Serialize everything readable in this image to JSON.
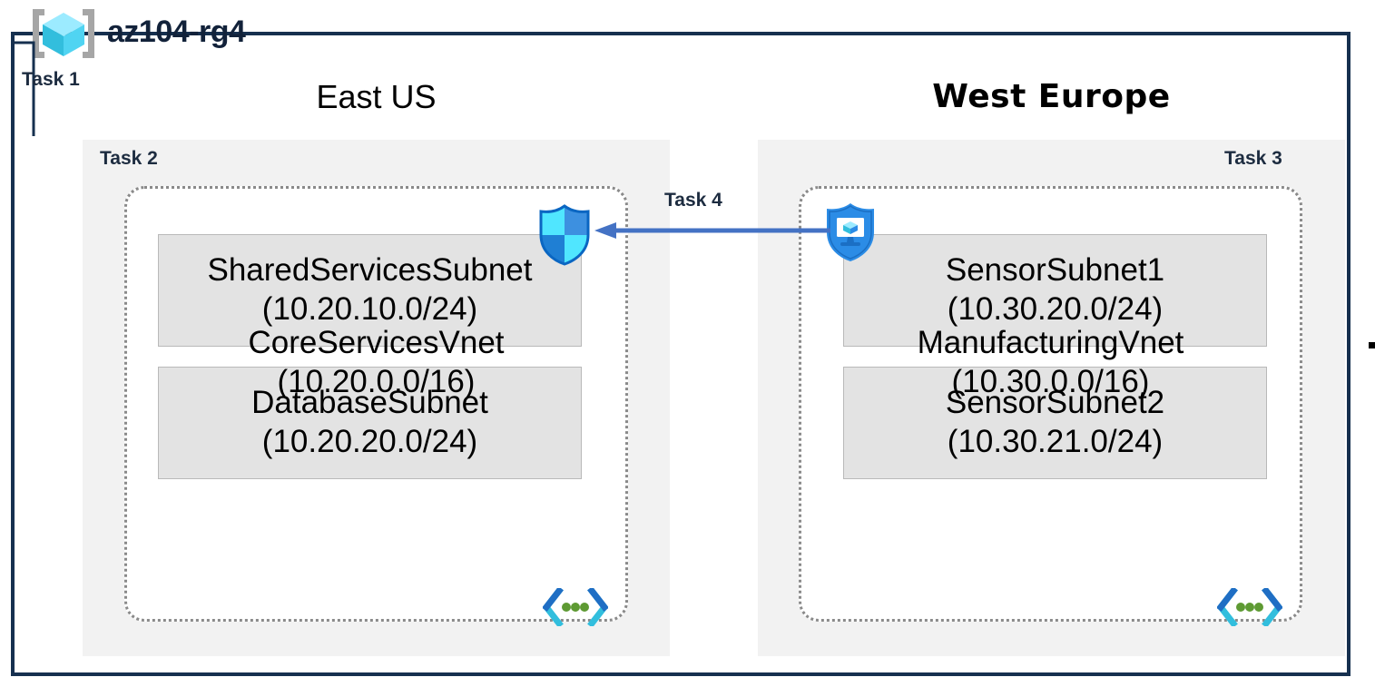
{
  "diagram": {
    "resource_group": {
      "name": "az104-rg4",
      "icon": "resource-group-cube-icon",
      "border_color": "#16304f"
    },
    "tasks": [
      {
        "id": "task1",
        "label": "Task 1"
      },
      {
        "id": "task2",
        "label": "Task 2"
      },
      {
        "id": "task3",
        "label": "Task 3"
      },
      {
        "id": "task4",
        "label": "Task 4"
      }
    ],
    "regions": [
      {
        "id": "east-us",
        "title": "East US",
        "task": "Task 2",
        "vnet": {
          "name": "CoreServicesVnet",
          "cidr": "(10.20.0.0/16)",
          "icon": "virtual-network-icon",
          "subnets": [
            {
              "name": "SharedServicesSubnet",
              "cidr": "(10.20.10.0/24)"
            },
            {
              "name": "DatabaseSubnet",
              "cidr": "(10.20.20.0/24)"
            }
          ]
        }
      },
      {
        "id": "west-europe",
        "title": "West Europe",
        "task": "Task 3",
        "vnet": {
          "name": "ManufacturingVnet",
          "cidr": "(10.30.0.0/16)",
          "icon": "virtual-network-icon",
          "subnets": [
            {
              "name": "SensorSubnet1",
              "cidr": "(10.30.20.0/24)"
            },
            {
              "name": "SensorSubnet2",
              "cidr": "(10.30.21.0/24)"
            }
          ]
        }
      }
    ],
    "connection": {
      "label": "Task 4",
      "direction": "right-to-left",
      "color": "#4472c4"
    },
    "icons": {
      "firewall": "shield-icon",
      "defender": "shield-monitor-icon"
    },
    "colors": {
      "frame": "#16304f",
      "region_background": "#f2f2f2",
      "subnet_background": "#e3e3e3",
      "subnet_border": "#b9b9b9",
      "vnet_border": "#8a8a8a",
      "arrow": "#4472c4",
      "azure_blue": "#0078d4",
      "cyan": "#32bedd",
      "green_dot": "#5e9a33"
    }
  }
}
